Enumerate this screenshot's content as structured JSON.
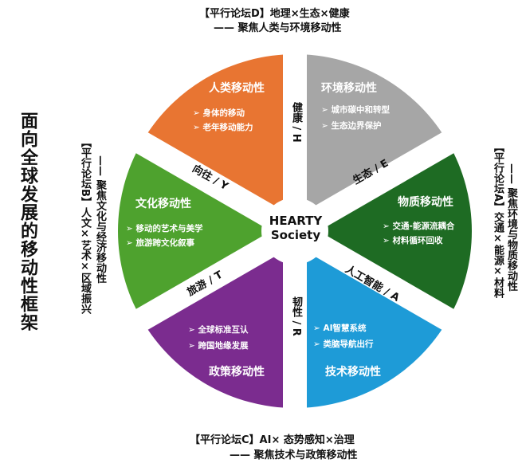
{
  "title": "面向全球发展的移动性框架",
  "center": {
    "line1": "HEARTY",
    "line2": "Society"
  },
  "forums": {
    "top": {
      "line1": "【平行论坛D】地理×生态×健康",
      "line2": "—— 聚焦人类与环境移动性"
    },
    "right": {
      "line1": "【平行论坛A】交通×能源×材料",
      "line2": "—— 聚焦环境与物质移动性"
    },
    "bottom": {
      "line1": "【平行论坛C】AI× 态势感知×治理",
      "line2": "—— 聚焦技术与政策移动性"
    },
    "left": {
      "line1": "【平行论坛B】人文×艺术×区域振兴",
      "line2": "—— 聚焦文化与经济移动性"
    }
  },
  "sectors": [
    {
      "title": "人类移动性",
      "bullets": [
        "身体的移动",
        "老年移动能力"
      ],
      "color": "#E87532"
    },
    {
      "title": "环境移动性",
      "bullets": [
        "城市碳中和转型",
        "生态边界保护"
      ],
      "color": "#A6A6A6"
    },
    {
      "title": "物质移动性",
      "bullets": [
        "交通-能源流耦合",
        "材料循环回收"
      ],
      "color": "#1E6B23"
    },
    {
      "title": "技术移动性",
      "bullets": [
        "AI智慧系统",
        "类脑导航出行"
      ],
      "color": "#1E9BD7"
    },
    {
      "title": "政策移动性",
      "bullets": [
        "全球标准互认",
        "跨国地缘发展"
      ],
      "color": "#7B2C8F"
    },
    {
      "title": "文化移动性",
      "bullets": [
        "移动的艺术与美学",
        "旅游跨文化叙事"
      ],
      "color": "#4EA22E"
    }
  ],
  "dimensions": {
    "H": "健康 / H",
    "E": "生态 / E",
    "A": "人工智能 / A",
    "R": "韧性 / R",
    "T": "旅游 / T",
    "Y": "向往 / Y"
  },
  "bullet_icon": "➢"
}
